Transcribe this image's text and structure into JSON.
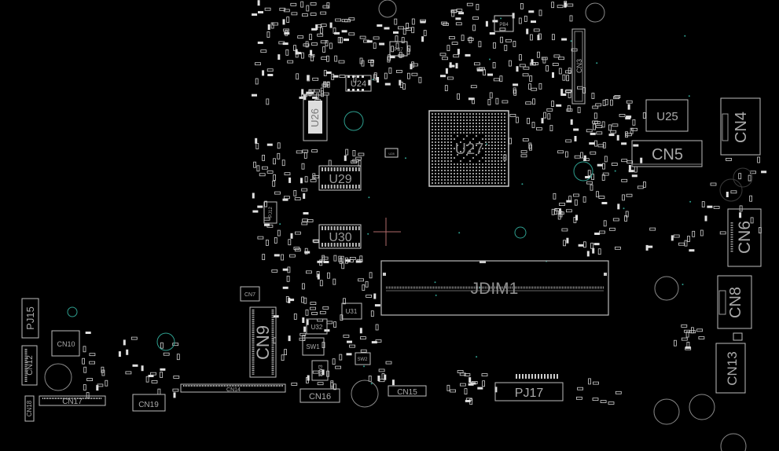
{
  "colors": {
    "background": "#000000",
    "outline": "#b8b8b8",
    "pad": "#e6e6e6",
    "label": "#a8a8a8",
    "via": "#2e9e8e",
    "marker": "#c07070"
  },
  "components": {
    "u24": "U24",
    "u26": "U26",
    "u25": "U25",
    "cn3": "CN3",
    "cn4": "CN4",
    "cn5": "CN5",
    "u27": "U27",
    "u29": "U29",
    "u30": "U30",
    "pj12": "PJ12",
    "cn6": "CN6",
    "jdim1": "JDIM1",
    "cn7": "CN7",
    "cn8": "CN8",
    "cn9": "CN9",
    "u31": "U31",
    "u32": "U32",
    "sw1": "SW1",
    "sw3": "SW3",
    "sw2": "SW2",
    "pj15": "PJ15",
    "cn10": "CN10",
    "cn12": "CN12",
    "cn13": "CN13",
    "cn14": "CN14",
    "cn15": "CN15",
    "cn16": "CN16",
    "cn17": "CN17",
    "cn18": "CN18",
    "cn19": "CN19",
    "pj17": "PJ17",
    "pb4": "PB4",
    "pb7": "PB7",
    "u28": "U28"
  }
}
